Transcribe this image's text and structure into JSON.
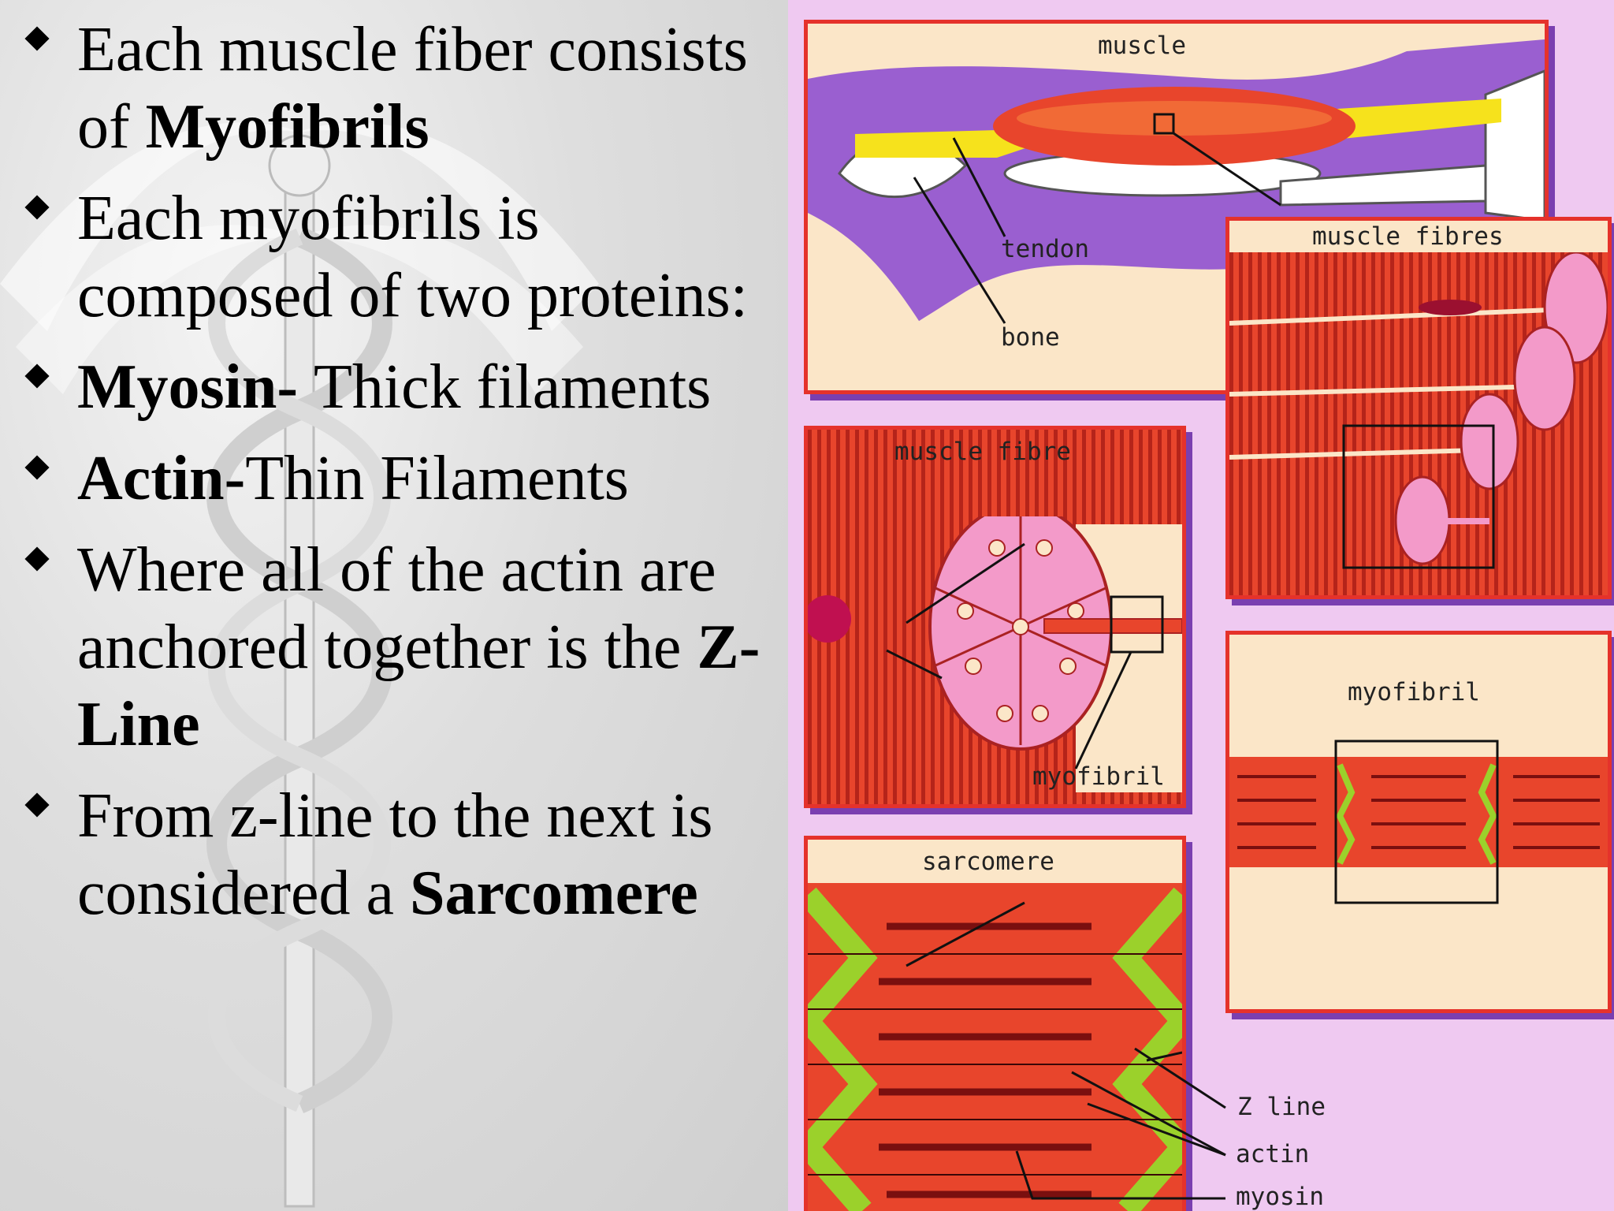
{
  "bullets": [
    {
      "segments": [
        {
          "text": "Each muscle fiber consists of ",
          "bold": false
        },
        {
          "text": "Myofibrils",
          "bold": true
        }
      ]
    },
    {
      "segments": [
        {
          "text": "Each myofibrils is composed of two proteins:",
          "bold": false
        }
      ]
    },
    {
      "segments": [
        {
          "text": "Myosin- ",
          "bold": true
        },
        {
          "text": "Thick filaments",
          "bold": false
        }
      ]
    },
    {
      "segments": [
        {
          "text": "Actin-",
          "bold": true
        },
        {
          "text": "Thin Filaments",
          "bold": false
        }
      ]
    },
    {
      "segments": [
        {
          "text": "Where all of the actin are anchored together is the ",
          "bold": false
        },
        {
          "text": "Z-Line",
          "bold": true
        }
      ]
    },
    {
      "segments": [
        {
          "text": "From z-line to the next is considered a ",
          "bold": false
        },
        {
          "text": "Sarcomere",
          "bold": true
        }
      ]
    }
  ],
  "diagram": {
    "muscle": "muscle",
    "tendon": "tendon",
    "bone": "bone",
    "muscle_fibres": "muscle fibres",
    "muscle_fibre": "muscle fibre",
    "myofibril_label": "myofibril",
    "myofibril_title": "myofibril",
    "sarcomere": "sarcomere",
    "z_line": "Z line",
    "actin": "actin",
    "myosin": "myosin"
  },
  "colors": {
    "panel_border": "#e5322b",
    "panel_bg": "#fbe6c8",
    "diagram_bg": "#efc9f1",
    "muscle_red": "#e8452c",
    "tendon_yellow": "#f6e21c",
    "purple": "#9a5fd0",
    "z_green": "#9bd12b"
  }
}
